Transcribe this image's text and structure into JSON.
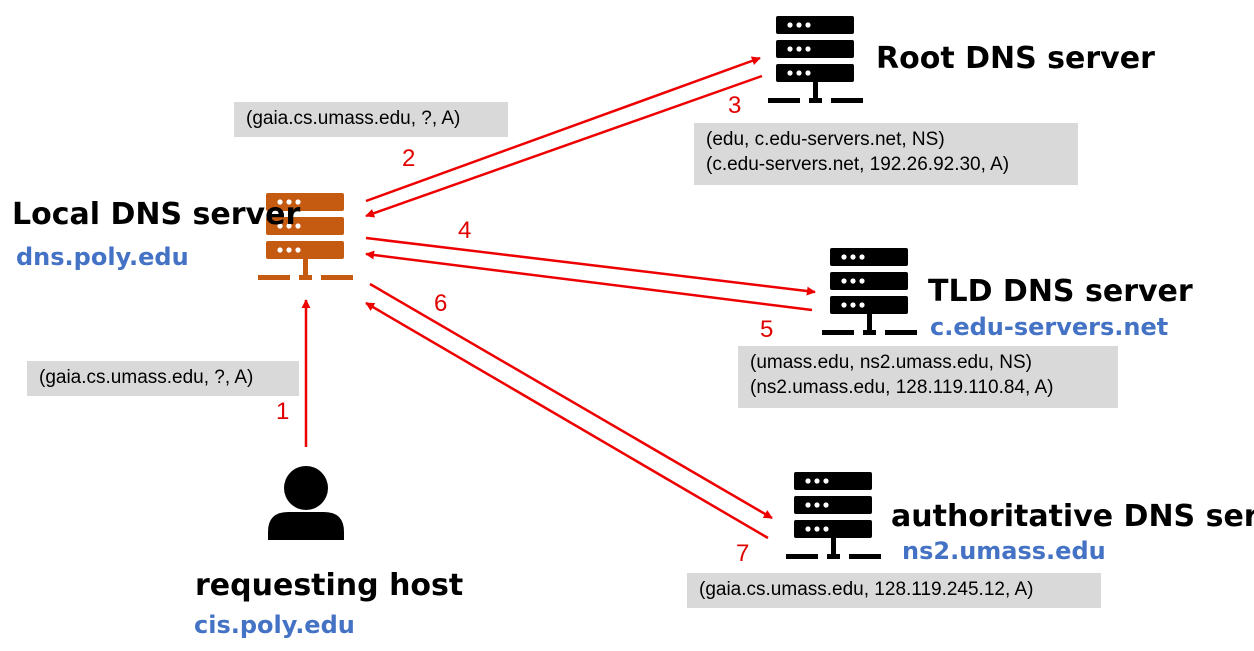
{
  "nodes": {
    "root": {
      "title": "Root DNS server"
    },
    "local": {
      "title": "Local DNS server",
      "host": "dns.poly.edu"
    },
    "tld": {
      "title": "TLD DNS server",
      "host": "c.edu-servers.net"
    },
    "authoritative": {
      "title": "authoritative DNS server",
      "host": "ns2.umass.edu"
    },
    "requesting": {
      "title": "requesting host",
      "host": "cis.poly.edu"
    }
  },
  "records": {
    "query_to_root": [
      "(gaia.cs.umass.edu, ?, A)"
    ],
    "root_reply": [
      "(edu, c.edu-servers.net, NS)",
      "(c.edu-servers.net, 192.26.92.30, A)"
    ],
    "tld_reply": [
      "(umass.edu, ns2.umass.edu, NS)",
      "(ns2.umass.edu, 128.119.110.84, A)"
    ],
    "host_query": [
      "(gaia.cs.umass.edu, ?, A)"
    ],
    "authoritative_reply": [
      "(gaia.cs.umass.edu, 128.119.245.12, A)"
    ]
  },
  "steps": [
    "1",
    "2",
    "3",
    "4",
    "5",
    "6",
    "7"
  ],
  "colors": {
    "arrow": "#ee0000",
    "local_server": "#c55a11",
    "server": "#000000",
    "host_label": "#4472c4",
    "record_box": "#d9d9d9"
  },
  "icons": {
    "server": "server-icon",
    "user": "user-icon"
  }
}
